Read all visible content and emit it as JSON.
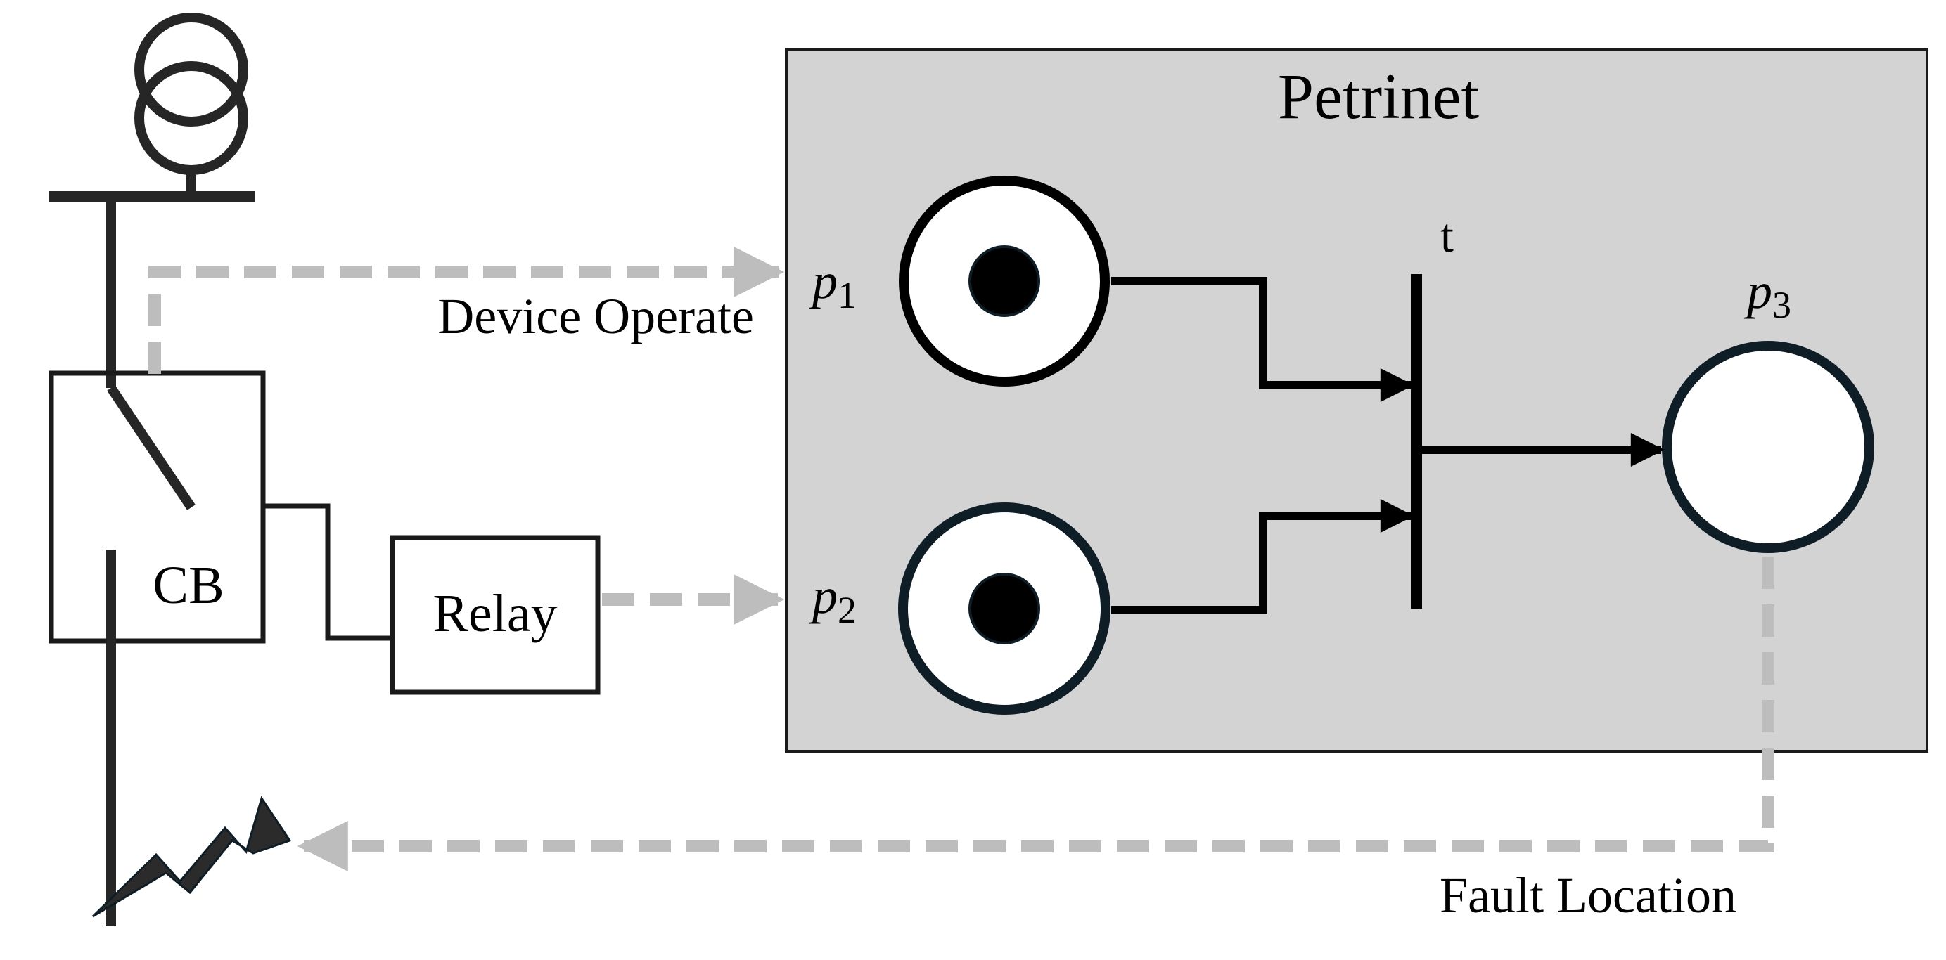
{
  "petrinet": {
    "title": "Petrinet",
    "places": [
      {
        "id": "p1",
        "symbol": "p",
        "subscript": "1",
        "tokens": 1
      },
      {
        "id": "p2",
        "symbol": "p",
        "subscript": "2",
        "tokens": 1
      },
      {
        "id": "p3",
        "symbol": "p",
        "subscript": "3",
        "tokens": 0
      }
    ],
    "transition": {
      "label": "t"
    }
  },
  "power_system": {
    "breaker_label": "CB",
    "relay_label": "Relay"
  },
  "signals": {
    "device_operate": "Device Operate",
    "fault_location": "Fault Location"
  },
  "colors": {
    "petrinet_background": "#d3d3d3",
    "dashed_signal": "#bdbdbd",
    "line": "#262626",
    "place_border_dark": "#0e1d26",
    "token": "#000000"
  }
}
